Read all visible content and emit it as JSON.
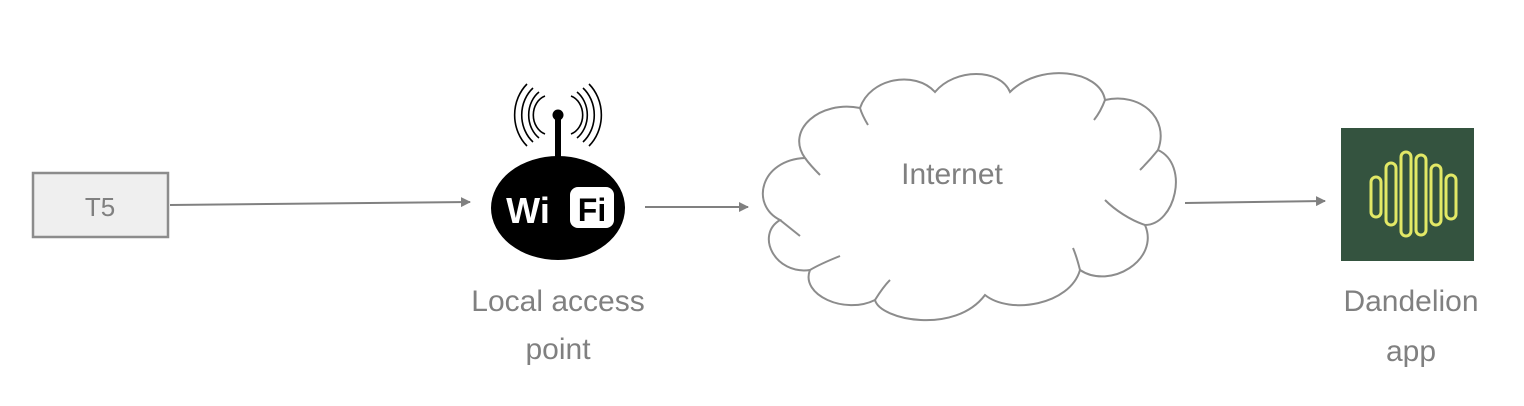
{
  "nodes": {
    "device": {
      "label": "T5"
    },
    "access_point": {
      "label_line1": "Local access",
      "label_line2": "point",
      "icon": "wifi-icon",
      "icon_text_left": "Wi",
      "icon_text_right": "Fi"
    },
    "internet": {
      "label": "Internet",
      "icon": "cloud-icon"
    },
    "app": {
      "label_line1": "Dandelion",
      "label_line2": "app",
      "icon": "dandelion-logo",
      "logo_bg": "#34533f",
      "logo_fg": "#e2e866"
    }
  },
  "edges": [
    {
      "from": "T5",
      "to": "Local access point"
    },
    {
      "from": "Local access point",
      "to": "Internet"
    },
    {
      "from": "Internet",
      "to": "Dandelion app"
    }
  ],
  "colors": {
    "stroke": "#808080",
    "box_fill": "#efefef",
    "label": "#808080"
  }
}
